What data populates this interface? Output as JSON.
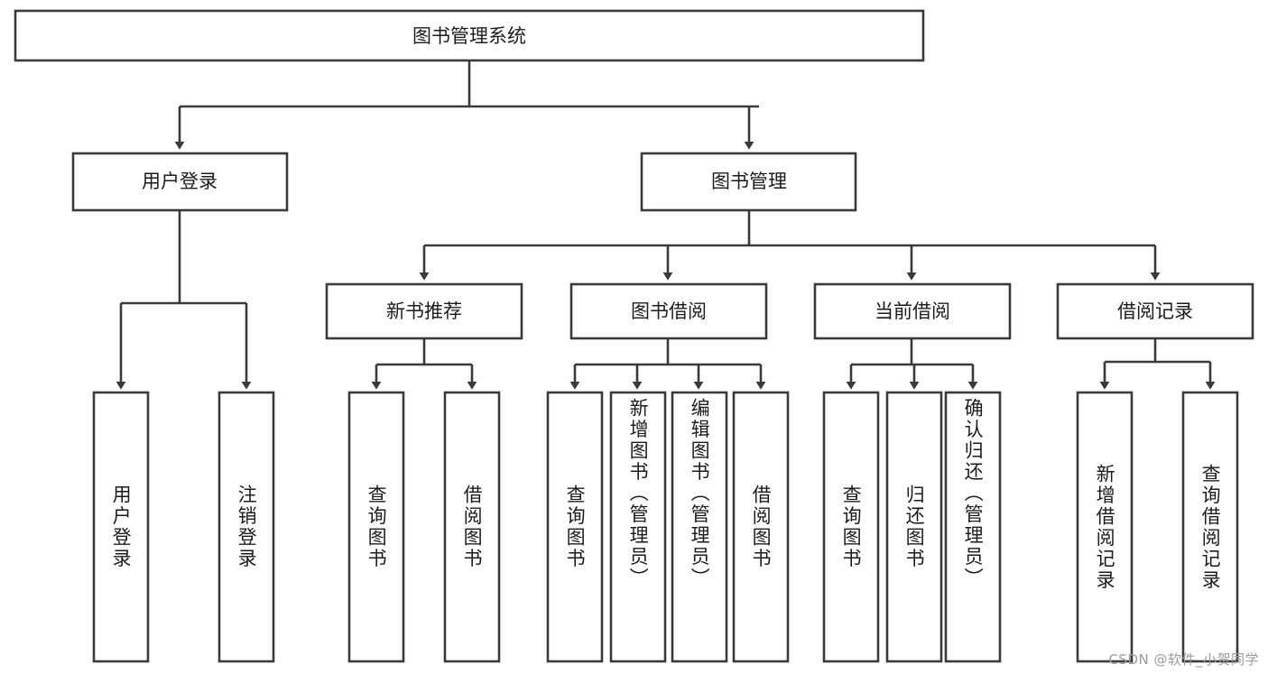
{
  "diagram": {
    "type": "tree-hierarchy-flowchart",
    "title": "图书管理系统",
    "colors": {
      "background": "#ffffff",
      "box_stroke": "#3a3a3a",
      "box_fill": "#ffffff",
      "text": "#1c1c1c",
      "watermark": "#9b9b9b"
    },
    "root": {
      "label": "图书管理系统"
    },
    "level2": [
      {
        "label": "用户登录"
      },
      {
        "label": "图书管理"
      }
    ],
    "level3": [
      {
        "label": "新书推荐"
      },
      {
        "label": "图书借阅"
      },
      {
        "label": "当前借阅"
      },
      {
        "label": "借阅记录"
      }
    ],
    "leaves": {
      "user_login": [
        {
          "label": "用户登录"
        },
        {
          "label": "注销登录"
        }
      ],
      "new_book_recommend": [
        {
          "label": "查询图书"
        },
        {
          "label": "借阅图书"
        }
      ],
      "book_borrow": [
        {
          "label": "查询图书"
        },
        {
          "label": "新增图书（管理员）"
        },
        {
          "label": "编辑图书（管理员）"
        },
        {
          "label": "借阅图书"
        }
      ],
      "current_borrow": [
        {
          "label": "查询图书"
        },
        {
          "label": "归还图书"
        },
        {
          "label": "确认归还（管理员）"
        }
      ],
      "borrow_record": [
        {
          "label": "新增借阅记录"
        },
        {
          "label": "查询借阅记录"
        }
      ]
    },
    "watermark": "CSDN @软件_小贺同学"
  }
}
